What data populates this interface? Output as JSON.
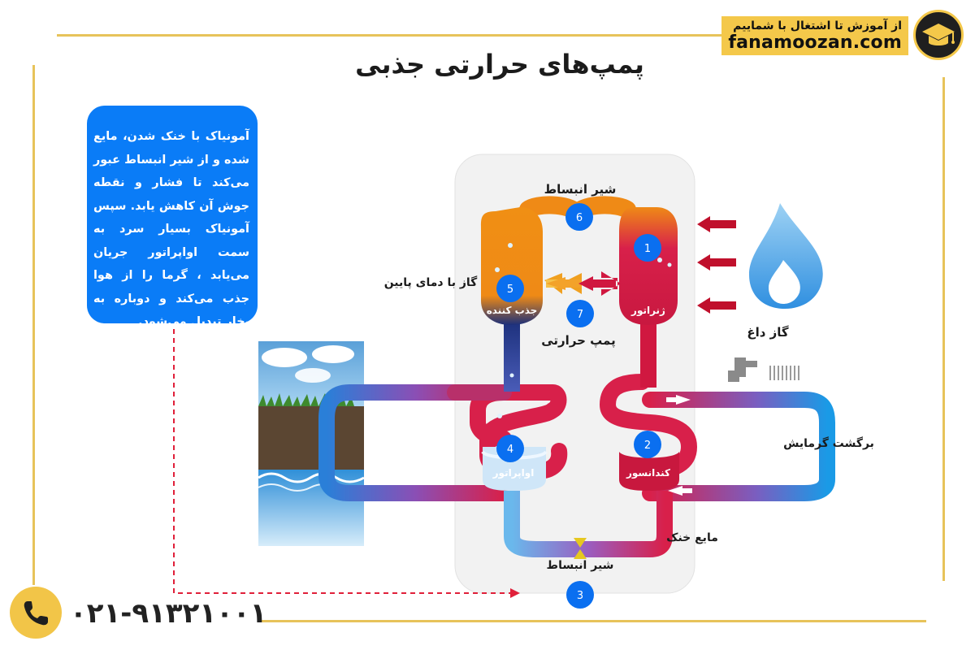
{
  "brand": {
    "tagline": "از آموزش تا اشتغال با شماییم",
    "site": "fanamoozan.com"
  },
  "title": "پمپ‌های حرارتی جذبی",
  "info_text": "آمونیاک با خنک شدن، مایع شده و از شیر انبساط عبور می‌کند تا فشار و نقطه جوش آن کاهش یابد. سپس آمونیاک بسیار سرد به سمت اواپراتور جریان می‌یابد ، گرما را از هوا جذب می‌کند و دوباره به بخار تبدیل می‌شود.",
  "phone": "۰۲۱-۹۱۳۲۱۰۰۱",
  "labels": {
    "expansion_valve_top": "شیر انبساط",
    "low_temp_gas": "گاز با دمای پایین",
    "absorber": "جذب کننده",
    "generator": "ژنراتور",
    "heat_pump": "پمپ حرارتی",
    "hot_gas": "گاز داغ",
    "heating_return": "برگشت گرمایش",
    "evaporator": "اواپراتور",
    "condenser": "کندانسور",
    "cold_liquid": "مایع خنک",
    "expansion_valve_bottom": "شیر انبساط"
  },
  "markers": {
    "m1": "1",
    "m2": "2",
    "m3": "3",
    "m4": "4",
    "m5": "5",
    "m6": "6",
    "m7": "7"
  },
  "colors": {
    "frame": "#e7c35a",
    "blue_marker": "#0a6ff0",
    "hot": "#d01840",
    "cold": "#1a8fe0",
    "orange": "#ef8a16"
  }
}
